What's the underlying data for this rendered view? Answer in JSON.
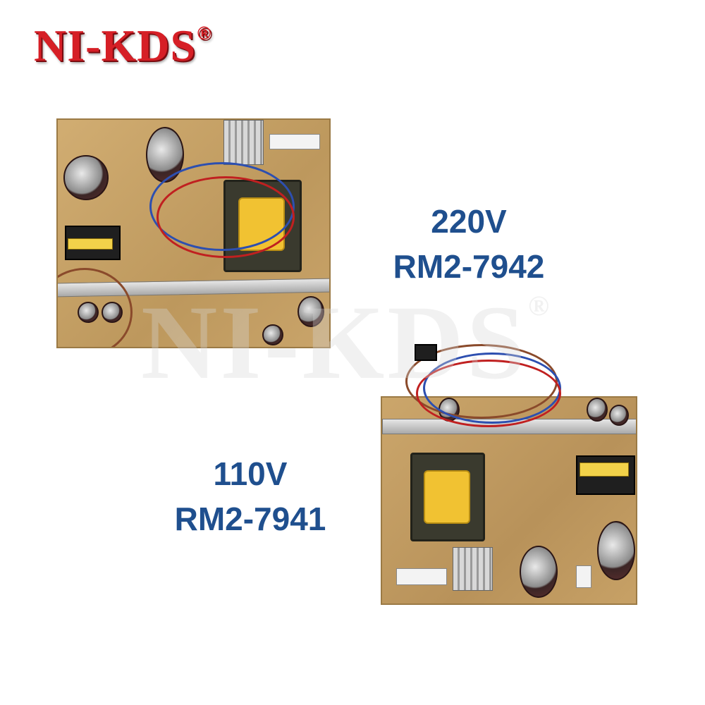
{
  "brand": {
    "name": "NI-KDS",
    "mark": "®"
  },
  "watermark": {
    "text": "NI-KDS",
    "mark": "®"
  },
  "products": [
    {
      "voltage": "220V",
      "part_number": "RM2-7942"
    },
    {
      "voltage": "110V",
      "part_number": "RM2-7941"
    }
  ],
  "colors": {
    "brand_red": "#d61f26",
    "label_blue": "#1f4f8e",
    "pcb_tan": "#c8a36a",
    "coil_yellow": "#f1c232"
  }
}
